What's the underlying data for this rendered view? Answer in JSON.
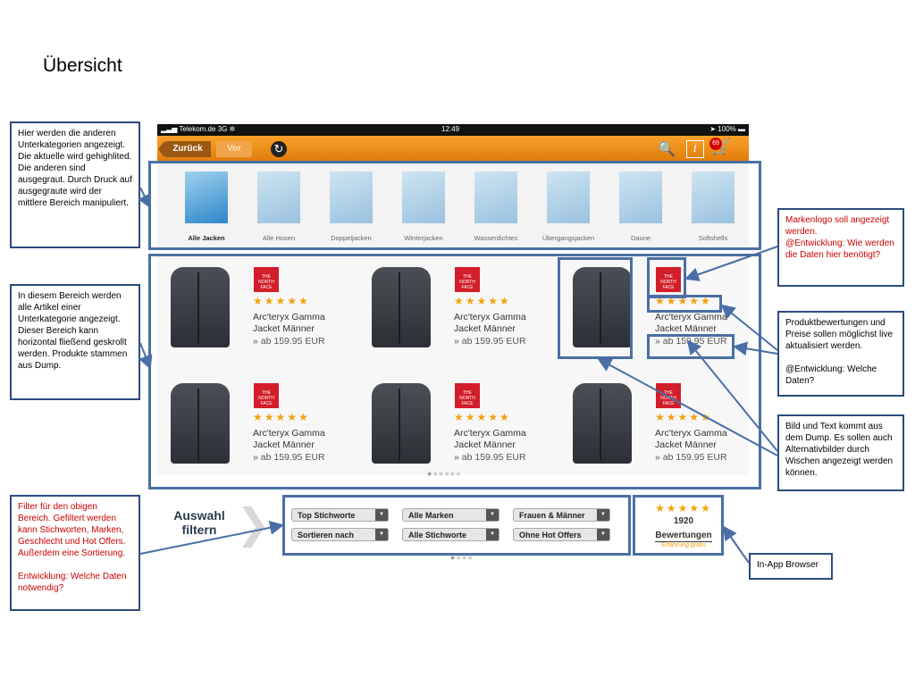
{
  "page": {
    "title": "Übersicht"
  },
  "notes": {
    "subcategories": "Hier werden die anderen Unterkategorien angezeigt. Die aktuelle wird gehighlited. Die anderen sind ausgegraut. Durch Druck auf ausgegraute wird der mittlere Bereich manipuliert.",
    "articles": "In diesem Bereich werden alle Artikel einer Unterkategorie angezeigt. Dieser Bereich kann horizontal fließend geskrollt werden. Produkte stammen aus Dump.",
    "filter": "Filter für den obigen Bereich. Gefiltert werden kann Stichworten, Marken, Geschlecht und Hot Offers. Außerdem eine Sortierung.\n\n Entwicklung: Welche Daten notwendig?",
    "brand_logo": "Markenlogo soll angezeigt werden.\n@Entwicklung: Wie werden die Daten hier benötigt?",
    "ratings": "Produktbewertungen und Preise sollen möglichst live aktualisiert werden.\n\n@Entwicklung: Welche Daten?",
    "image_text": "Bild und Text kommt aus dem Dump. Es sollen auch Alternativbilder durch Wischen angezeigt werden können.",
    "browser": "In-App Browser"
  },
  "status_bar": {
    "carrier": "Telekom.de",
    "network": "3G",
    "time": "12:49",
    "battery": "100%"
  },
  "nav": {
    "back": "Zurück",
    "forward": "Vor",
    "cart_count": "69"
  },
  "subcategories": [
    {
      "label": "Alle Jacken",
      "active": true
    },
    {
      "label": "Alle Hosen"
    },
    {
      "label": "Doppeljacken"
    },
    {
      "label": "Winterjacken"
    },
    {
      "label": "Wasserdichtes"
    },
    {
      "label": "Übergangsjacken"
    },
    {
      "label": "Daune"
    },
    {
      "label": "Softshells"
    }
  ],
  "products": [
    {
      "brand": "THE NORTH FACE",
      "stars": "★★★★★",
      "name": "Arc'teryx Gamma Jacket Männer",
      "price": "» ab  159.95 EUR"
    },
    {
      "brand": "THE NORTH FACE",
      "stars": "★★★★★",
      "name": "Arc'teryx Gamma Jacket Männer",
      "price": "» ab  159.95 EUR"
    },
    {
      "brand": "THE NORTH FACE",
      "stars": "★★★★★",
      "name": "Arc'teryx Gamma Jacket Männer",
      "price": "» ab  159.95 EUR"
    },
    {
      "brand": "THE NORTH FACE",
      "stars": "★★★★★",
      "name": "Arc'teryx Gamma Jacket Männer",
      "price": "» ab  159.95 EUR"
    },
    {
      "brand": "THE NORTH FACE",
      "stars": "★★★★★",
      "name": "Arc'teryx Gamma Jacket Männer",
      "price": "» ab  159.95 EUR"
    },
    {
      "brand": "THE NORTH FACE",
      "stars": "★★★★★",
      "name": "Arc'teryx Gamma Jacket Männer",
      "price": "» ab  159.95 EUR"
    }
  ],
  "filter": {
    "label_line1": "Auswahl",
    "label_line2": "filtern",
    "dropdowns": [
      "Top Stichworte",
      "Sortieren nach",
      "Alle Marken",
      "Alle Stichworte",
      "Frauen & Männer",
      "Ohne Hot Offers"
    ]
  },
  "reviews": {
    "stars": "★★★★★",
    "count": "1920",
    "label": "Bewertungen",
    "sub": "Erfahrung gratis"
  },
  "pager": {
    "pages_products": 6,
    "pages_filter": 4
  },
  "colors": {
    "accent_orange": "#f08c14",
    "annotation_blue": "#4a6fa5",
    "star": "#f2a20c",
    "brand_red": "#d21d2a"
  }
}
